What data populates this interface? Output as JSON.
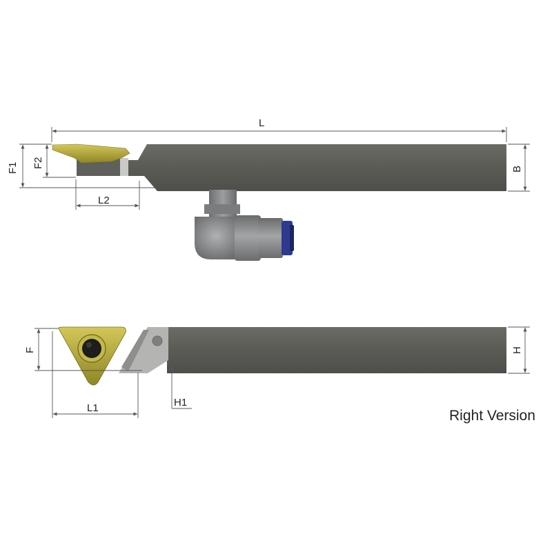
{
  "labels": {
    "L": "L",
    "B": "B",
    "F1": "F1",
    "F2": "F2",
    "L2": "L2",
    "F": "F",
    "H": "H",
    "L1": "L1",
    "H1": "H1"
  },
  "caption": "Right Version",
  "colors": {
    "shank": "#5c5d57",
    "insert": "#b5a93a",
    "clamp": "#a9aaa8",
    "fitting": "#8a8b8c",
    "connector_cap": "#2e3a8f",
    "dimension_line": "#555555"
  }
}
